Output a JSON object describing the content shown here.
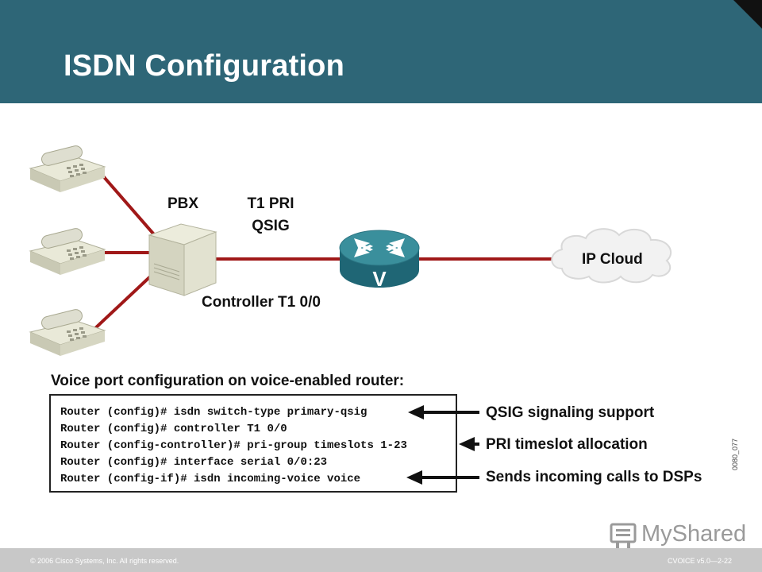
{
  "slide": {
    "title": "ISDN Configuration"
  },
  "diagram": {
    "pbx_label": "PBX",
    "trunk_label_line1": "T1 PRI",
    "trunk_label_line2": "QSIG",
    "controller_label": "Controller T1 0/0",
    "router_letter": "V",
    "cloud_label": "IP Cloud",
    "phone_count": 3,
    "link_color": "#a01818"
  },
  "config": {
    "heading": "Voice port configuration on voice-enabled router:",
    "commands": [
      "Router (config)# isdn switch-type primary-qsig",
      "Router (config)# controller T1 0/0",
      "Router (config-controller)# pri-group timeslots 1-23",
      "Router (config)# interface serial 0/0:23",
      "Router (config-if)# isdn incoming-voice voice"
    ],
    "annotations": [
      "QSIG signaling support",
      "PRI timeslot allocation",
      "Sends incoming calls to DSPs"
    ]
  },
  "figure_id": "0080_077",
  "footer": {
    "copyright": "© 2006 Cisco Systems, Inc. All rights reserved.",
    "course": "CVOICE v5.0—2-22"
  },
  "watermark": "MyShared",
  "colors": {
    "header": "#2e6677",
    "footer": "#c8c8c8",
    "router": "#2f7f8c"
  }
}
